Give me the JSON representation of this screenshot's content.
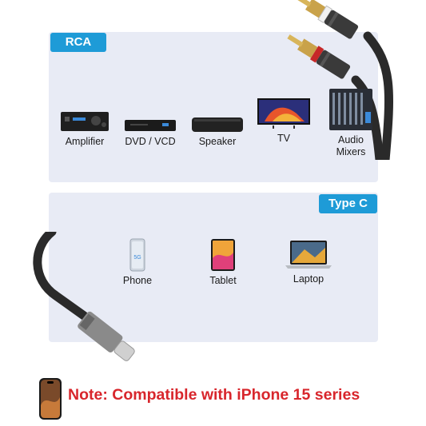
{
  "rca_section": {
    "tag": "RCA",
    "devices": [
      {
        "label": "Amplifier",
        "icon": "amplifier-icon"
      },
      {
        "label": "DVD / VCD",
        "icon": "dvd-player-icon"
      },
      {
        "label": "Speaker",
        "icon": "speaker-icon"
      },
      {
        "label": "TV",
        "icon": "tv-icon"
      },
      {
        "label": "Audio\nMixers",
        "icon": "audio-mixer-icon"
      }
    ]
  },
  "typec_section": {
    "tag": "Type C",
    "devices": [
      {
        "label": "Phone",
        "icon": "phone-icon"
      },
      {
        "label": "Tablet",
        "icon": "tablet-icon"
      },
      {
        "label": "Laptop",
        "icon": "laptop-icon"
      }
    ]
  },
  "note": "Note: Compatible with iPhone 15 series",
  "colors": {
    "tag_blue": "#1e9bd7",
    "note_red": "#d8262c",
    "panel": "#e8ebf5",
    "rca_white_ring": "#ffffff",
    "rca_red_ring": "#c62828"
  }
}
